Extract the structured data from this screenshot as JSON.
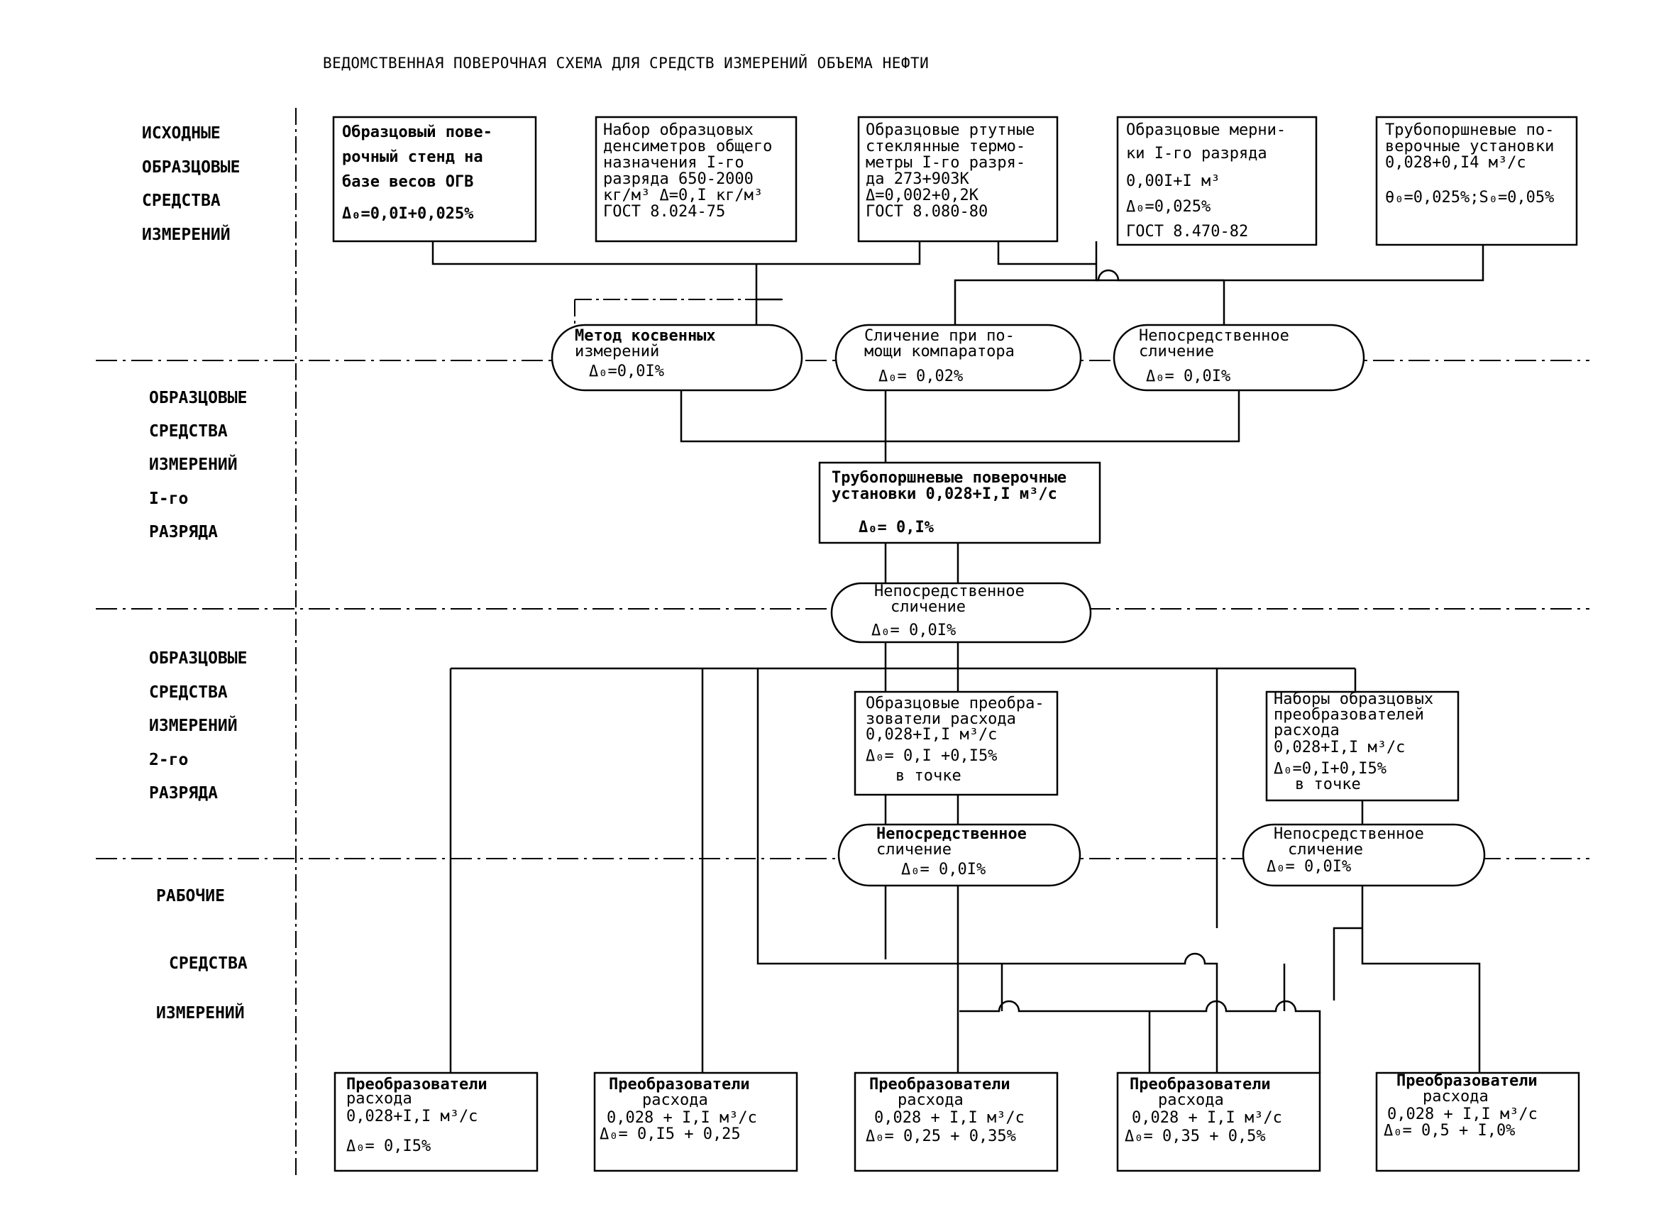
{
  "title": "ВЕДОМСТВЕННАЯ ПОВЕРОЧНАЯ СХЕМА ДЛЯ СРЕДСТВ ИЗМЕРЕНИЙ ОБЪЕМА НЕФТИ",
  "levels": {
    "initial": [
      "ИСХОДНЫЕ",
      "ОБРАЗЦОВЫЕ",
      "СРЕДСТВА",
      "ИЗМЕРЕНИЙ"
    ],
    "first": [
      "ОБРАЗЦОВЫЕ",
      "СРЕДСТВА",
      "ИЗМЕРЕНИЙ",
      "I-го",
      "РАЗРЯДА"
    ],
    "second": [
      "ОБРАЗЦОВЫЕ",
      "СРЕДСТВА",
      "ИЗМЕРЕНИЙ",
      "2-го",
      "РАЗРЯДА"
    ],
    "working": [
      "РАБОЧИЕ",
      "СРЕДСТВА",
      "ИЗМЕРЕНИЙ"
    ]
  },
  "top_boxes": [
    [
      "Образцовый пове-",
      "рочный стенд на",
      "базе весов ОГВ",
      "Δ₀=0,0I+0,025%"
    ],
    [
      "Набор образцовых",
      "денсиметров общего",
      "назначения I-го",
      "разряда 650-2000",
      "кг/м³ Δ=0,I кг/м³",
      "ГОСТ 8.024-75"
    ],
    [
      "Образцовые ртутные",
      "стеклянные термо-",
      "метры I-го разря-",
      "да 273+903К",
      "Δ=0,002+0,2К",
      "ГОСТ 8.080-80"
    ],
    [
      "Образцовые мерни-",
      "ки I-го разряда",
      "0,00I+I м³",
      "Δ₀=0,025%",
      "ГОСТ 8.470-82"
    ],
    [
      "Трубопоршневые по-",
      "верочные установки",
      "0,028+0,I4 м³/с",
      "θ₀=0,025%;S₀=0,05%"
    ]
  ],
  "methods_top": [
    [
      "Метод косвенных",
      "измерений",
      "Δ₀=0,0I%"
    ],
    [
      "Сличение при по-",
      "мощи компаратора",
      "Δ₀= 0,02%"
    ],
    [
      "Непосредственное",
      "сличение",
      "Δ₀= 0,0I%"
    ]
  ],
  "first_box": [
    "Трубопоршневые поверочные",
    "установки 0,028+I,I м³/с",
    "Δ₀= 0,I%"
  ],
  "method_mid": [
    "Непосредственное",
    "сличение",
    "Δ₀= 0,0I%"
  ],
  "second_boxes": [
    [
      "Образцовые преобра-",
      "зователи расхода",
      "0,028+I,I м³/с",
      "Δ₀= 0,I +0,I5%",
      "в точке"
    ],
    [
      "Наборы образцовых",
      "преобразователей",
      "расхода",
      "0,028+I,I м³/с",
      "Δ₀=0,I+0,I5%",
      "в точке"
    ]
  ],
  "methods_low": [
    [
      "Непосредственное",
      "сличение",
      "Δ₀= 0,0I%"
    ],
    [
      "Непосредственное",
      "сличение",
      "Δ₀= 0,0I%"
    ]
  ],
  "bottom_boxes": [
    [
      "Преобразователи",
      "расхода",
      "0,028+I,I м³/с",
      "Δ₀= 0,I5%"
    ],
    [
      "Преобразователи",
      "расхода",
      "0,028 + I,I м³/с",
      "Δ₀= 0,I5 + 0,25"
    ],
    [
      "Преобразователи",
      "расхода",
      "0,028 + I,I м³/с",
      "Δ₀= 0,25 + 0,35%"
    ],
    [
      "Преобразователи",
      "расхода",
      "0,028 + I,I м³/с",
      "Δ₀= 0,35 + 0,5%"
    ],
    [
      "Преобразователи",
      "расхода",
      "0,028 + I,I м³/с",
      "Δ₀= 0,5 + I,0%"
    ]
  ]
}
